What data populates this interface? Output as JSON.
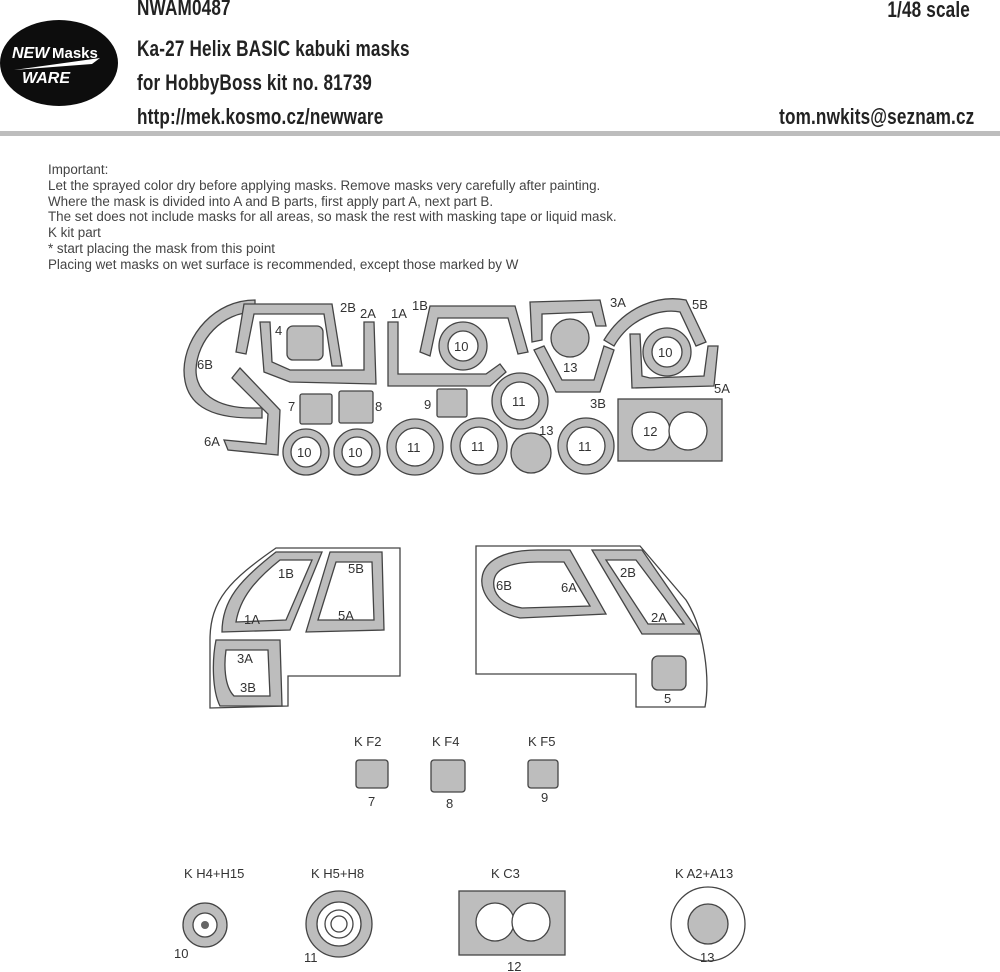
{
  "header": {
    "code": "NWAM0487",
    "scale": "1/48 scale",
    "title": "Ka-27 Helix  BASIC kabuki masks",
    "subtitle": "for HobbyBoss kit no. 81739",
    "url": "http://mek.kosmo.cz/newware",
    "email": "tom.nwkits@seznam.cz",
    "logo_line1": "NEW",
    "logo_line2": "Masks",
    "logo_line3": "WARE"
  },
  "notes": {
    "heading": "Important:",
    "lines": [
      "Let the sprayed color dry before applying masks. Remove masks very carefully after painting.",
      "Where the mask is divided into A and B parts, first apply part A, next part B.",
      "The set does not include masks for all areas, so mask the rest with masking tape or liquid mask.",
      "K kit part",
      "*  start placing the mask from this point",
      "Placing wet masks on wet surface is recommended, except those marked by W"
    ]
  },
  "sheet_labels": {
    "p2B": "2B",
    "p2A": "2A",
    "p1A": "1A",
    "p1B": "1B",
    "p3A": "3A",
    "p5B": "5B",
    "p4": "4",
    "p6B": "6B",
    "p6A": "6A",
    "p13a": "13",
    "p13b": "13",
    "p3B": "3B",
    "p5A": "5A",
    "p7": "7",
    "p8": "8",
    "p9": "9",
    "p12": "12",
    "p10": "10",
    "p11": "11"
  },
  "diagram_labels": {
    "d1B": "1B",
    "d5B": "5B",
    "d1A": "1A",
    "d5A": "5A",
    "d3A": "3A",
    "d3B": "3B",
    "d6B": "6B",
    "d6A": "6A",
    "d2B": "2B",
    "d2A": "2A",
    "d5": "5"
  },
  "kit_parts": [
    {
      "kit": "K F2",
      "num": "7"
    },
    {
      "kit": "K F4",
      "num": "8"
    },
    {
      "kit": "K F5",
      "num": "9"
    },
    {
      "kit": "K H4+H15",
      "num": "10"
    },
    {
      "kit": "K H5+H8",
      "num": "11"
    },
    {
      "kit": "K C3",
      "num": "12"
    },
    {
      "kit": "K A2+A13",
      "num": "13"
    }
  ],
  "colors": {
    "mask": "#bdbdbd",
    "outline": "#444444",
    "logo": "#0d0d0d"
  }
}
